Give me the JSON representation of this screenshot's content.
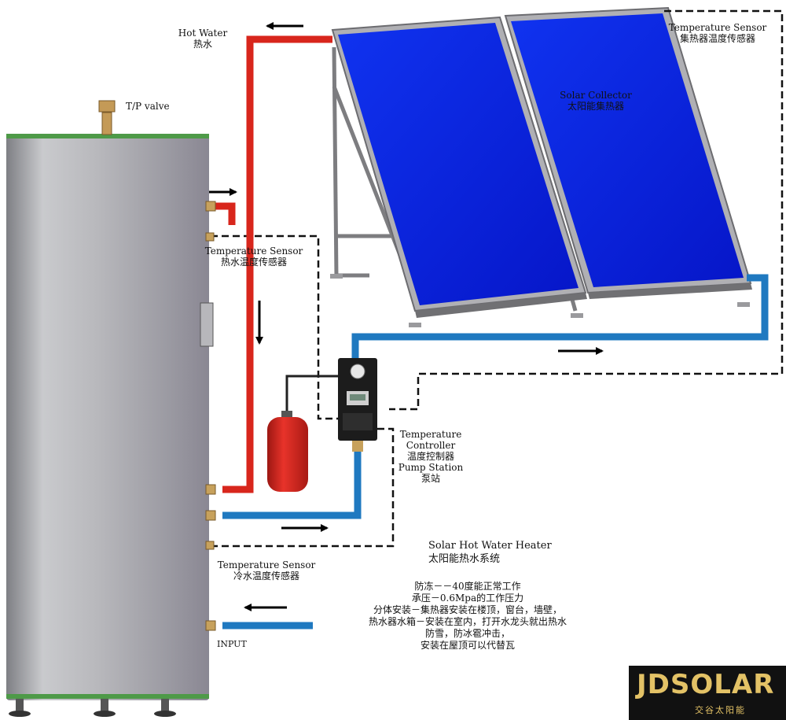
{
  "title": "Solar Hot Water Heater",
  "title_cn": "太阳能热水系统",
  "labels": {
    "hot_water": "Hot Water",
    "hot_water_cn": "热水",
    "tp_valve": "T/P valve",
    "collector_sensor": "Temperature Sensor",
    "collector_sensor_cn": "集热器温度传感器",
    "solar_collector": "Solar Collector",
    "solar_collector_cn": "太阳能集热器",
    "hot_sensor": "Temperature Sensor",
    "hot_sensor_cn": "热水温度传感器",
    "controller": "Temperature",
    "controller_2": "Controller",
    "controller_cn": "温度控制器",
    "pump_station": "Pump Station",
    "pump_station_cn": "泵站",
    "cold_sensor": "Temperature Sensor",
    "cold_sensor_cn": "冷水温度传感器",
    "input": "INPUT"
  },
  "features": [
    "防冻－－40度能正常工作",
    "承压－0.6Mpa的工作压力",
    "分体安装－集热器安装在楼顶，窗台，墙壁，",
    "热水器水箱－安装在室内，打开水龙头就出热水",
    "防雪，防冰雹冲击，",
    "安装在屋顶可以代替瓦"
  ],
  "brand": {
    "name": "JDSOLAR",
    "name_cn": "交谷太阳能"
  },
  "colors": {
    "hot_pipe": "#d8261c",
    "cold_pipe": "#1f79c0",
    "panel": "#0a27e0",
    "tank": "#a9a9ad",
    "expansion_tank": "#d4261e"
  }
}
